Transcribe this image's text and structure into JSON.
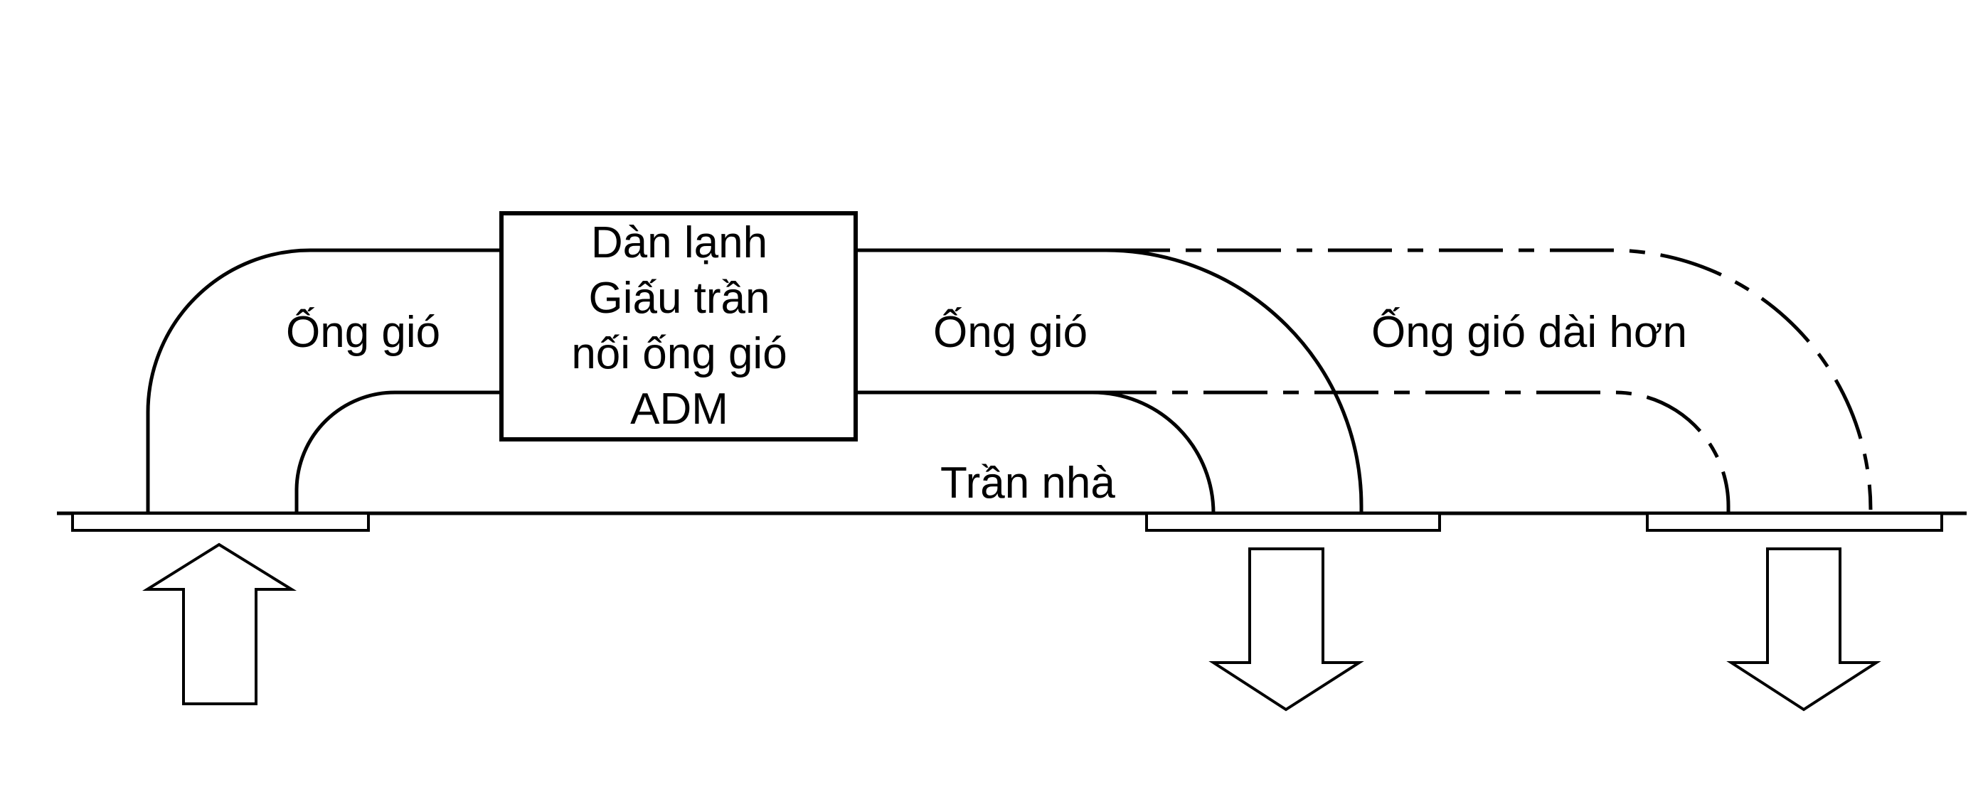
{
  "unit": {
    "line1": "Dàn lạnh",
    "line2": "Giấu trần",
    "line3": "nối ống gió",
    "line4": "ADM"
  },
  "labels": {
    "intake_duct": "Ống gió",
    "supply_duct": "Ống gió",
    "longer_duct": "Ống gió dài hơn",
    "ceiling": "Trần nhà"
  },
  "arrows": [
    {
      "direction": "up",
      "meaning": "air intake"
    },
    {
      "direction": "down",
      "meaning": "air supply"
    },
    {
      "direction": "down",
      "meaning": "air supply (longer duct)"
    }
  ]
}
